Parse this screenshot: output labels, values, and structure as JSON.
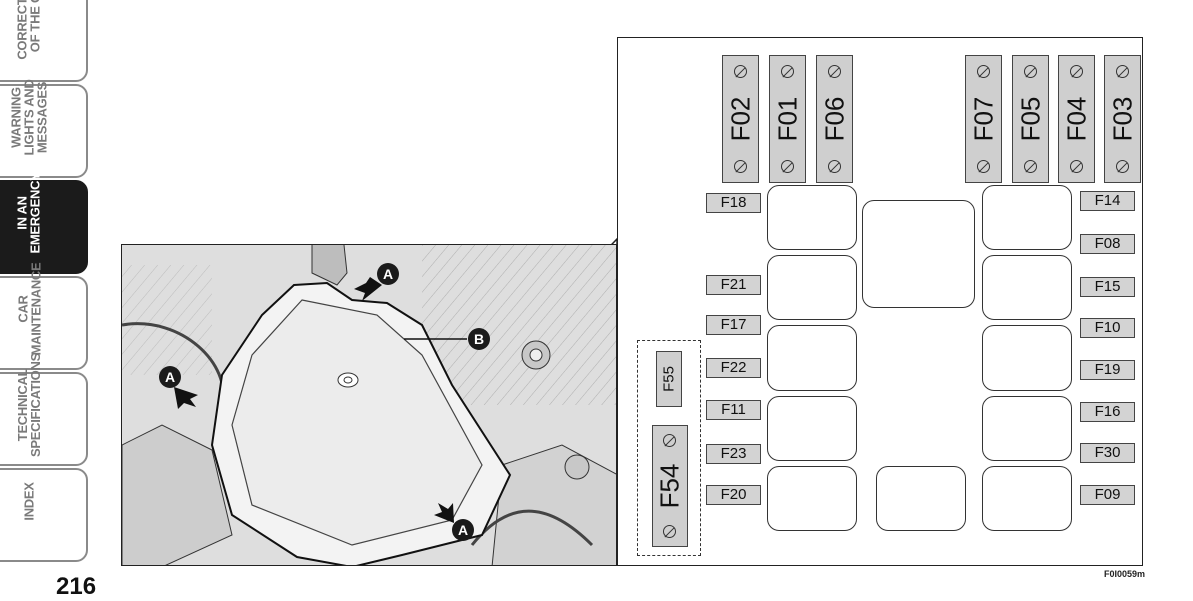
{
  "side_tabs": [
    {
      "label": "CORRECT USE\nOF THE CAR",
      "active": false
    },
    {
      "label": "WARNING\nLIGHTS AND\nMESSAGES",
      "active": false
    },
    {
      "label": "IN AN\nEMERGENCY",
      "active": true
    },
    {
      "label": "CAR\nMAINTENANCE",
      "active": false
    },
    {
      "label": "TECHNICAL\nSPECIFICATIONS",
      "active": false
    },
    {
      "label": "INDEX",
      "active": false
    }
  ],
  "page_number": "216",
  "photo": {
    "callout_a": "A",
    "callout_b": "B"
  },
  "fusebox": {
    "top_left_fuses": [
      "F02",
      "F01",
      "F06"
    ],
    "top_right_fuses": [
      "F07",
      "F05",
      "F04",
      "F03"
    ],
    "left_fuses": [
      "F18",
      "F21",
      "F17",
      "F22",
      "F11",
      "F23",
      "F20"
    ],
    "right_fuses": [
      "F14",
      "F08",
      "F15",
      "F10",
      "F19",
      "F16",
      "F30",
      "F09"
    ],
    "aux_small_fuse": "F55",
    "aux_big_fuse": "F54"
  },
  "figure_code": "F0I0059m",
  "colors": {
    "fuse_fill": "#cfcfcf",
    "active_tab": "#1b1b1b",
    "tab_border": "#8a8a8a"
  }
}
